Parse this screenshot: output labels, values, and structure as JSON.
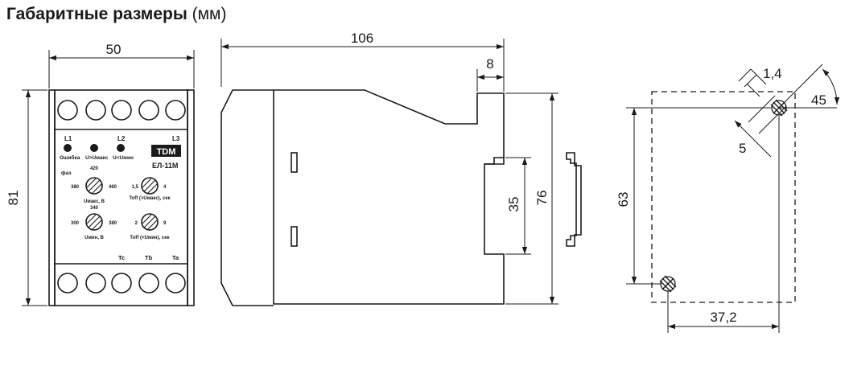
{
  "title": {
    "main": "Габаритные размеры",
    "unit": "(мм)"
  },
  "front": {
    "width": "50",
    "height": "81",
    "leds": [
      {
        "id": "L1",
        "caption": "Ошибка"
      },
      {
        "id": "",
        "caption": "U>Uмакс"
      },
      {
        "id": "L2",
        "caption": "U<Uмин"
      },
      {
        "id": "L3",
        "caption": ""
      }
    ],
    "brand": "TDM",
    "model": "ЕЛ-11М",
    "knob1": {
      "label": "фаз",
      "top": "420",
      "left": "380",
      "right": "460",
      "caption": "Uмакс, В"
    },
    "knob2": {
      "left": "1,5",
      "right": "4",
      "caption": "Toff (>Uмакс), сек"
    },
    "knob3": {
      "top": "340",
      "left": "300",
      "right": "380",
      "caption": "Uмин, В"
    },
    "knob4": {
      "left": "2",
      "right": "9",
      "caption": "Toff (<Uмин), сек"
    },
    "terminals": [
      "Tc",
      "Tb",
      "Ta"
    ]
  },
  "side": {
    "length": "106",
    "step": "8",
    "rail": "35",
    "height": "76"
  },
  "mount": {
    "hole": "1,4",
    "angle": "45",
    "slot": "5",
    "vertical": "63",
    "horizontal": "37,2"
  }
}
